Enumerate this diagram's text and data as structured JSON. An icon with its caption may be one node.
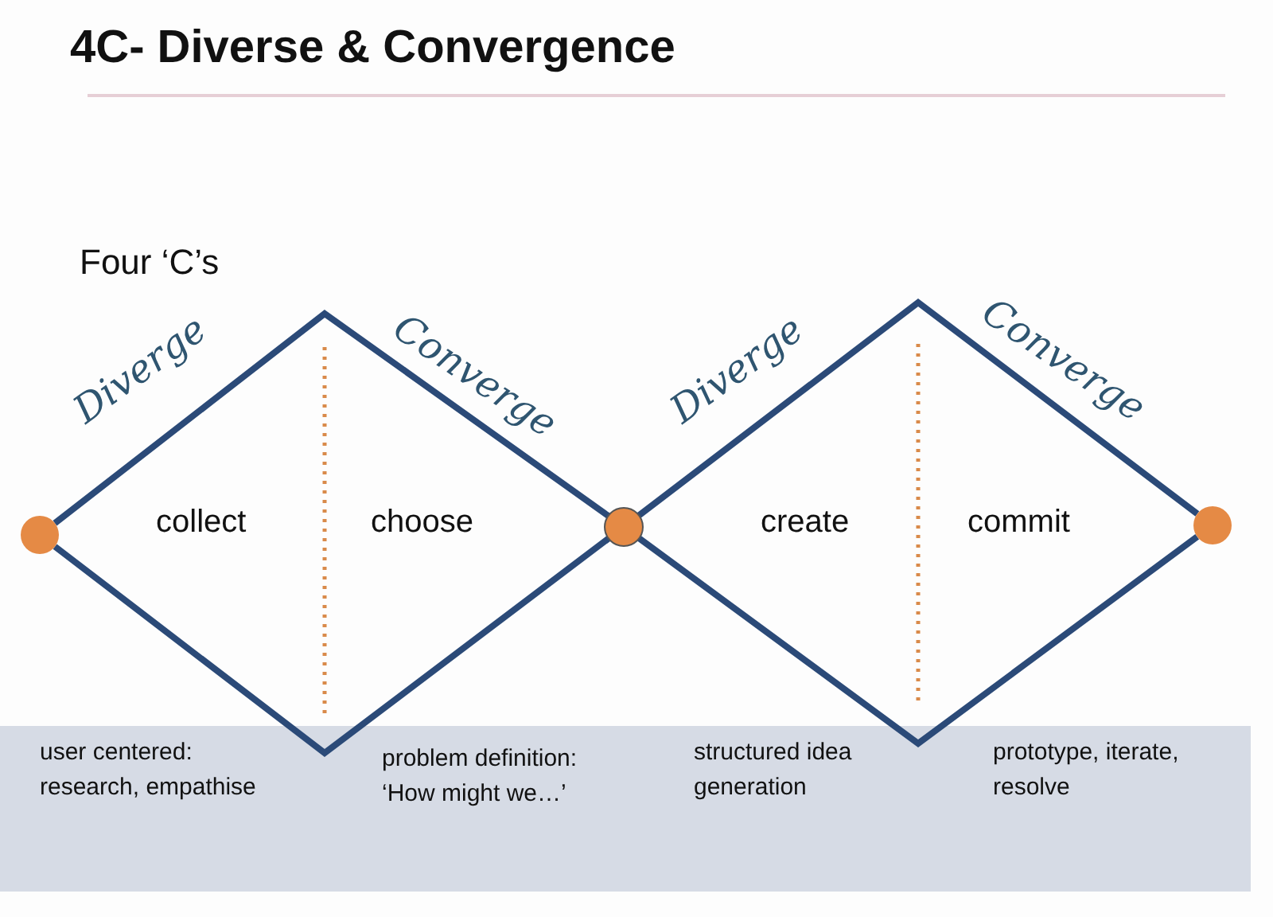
{
  "diagram": {
    "title": "4C- Diverse & Convergence",
    "nodes": [
      {
        "text": [],
        "shape": "circle"
      },
      {
        "text": [],
        "shape": "circle"
      },
      {
        "text": [],
        "shape": "circle"
      }
    ],
    "edges": [
      {
        "from": 0,
        "to": 1,
        "arrow": "none"
      },
      {
        "from": 0,
        "to": 1,
        "arrow": "none"
      },
      {
        "from": 1,
        "to": 2,
        "arrow": "none"
      },
      {
        "from": 1,
        "to": 2,
        "arrow": "none"
      }
    ],
    "labels": [
      "Four ‘C’s",
      "Diverge",
      "Converge",
      "Diverge",
      "Converge",
      "collect",
      "choose",
      "create",
      "commit",
      "user centered: research, empathise",
      "problem definition: ‘How might we…’",
      "structured idea generation",
      "prototype, iterate, resolve"
    ]
  }
}
